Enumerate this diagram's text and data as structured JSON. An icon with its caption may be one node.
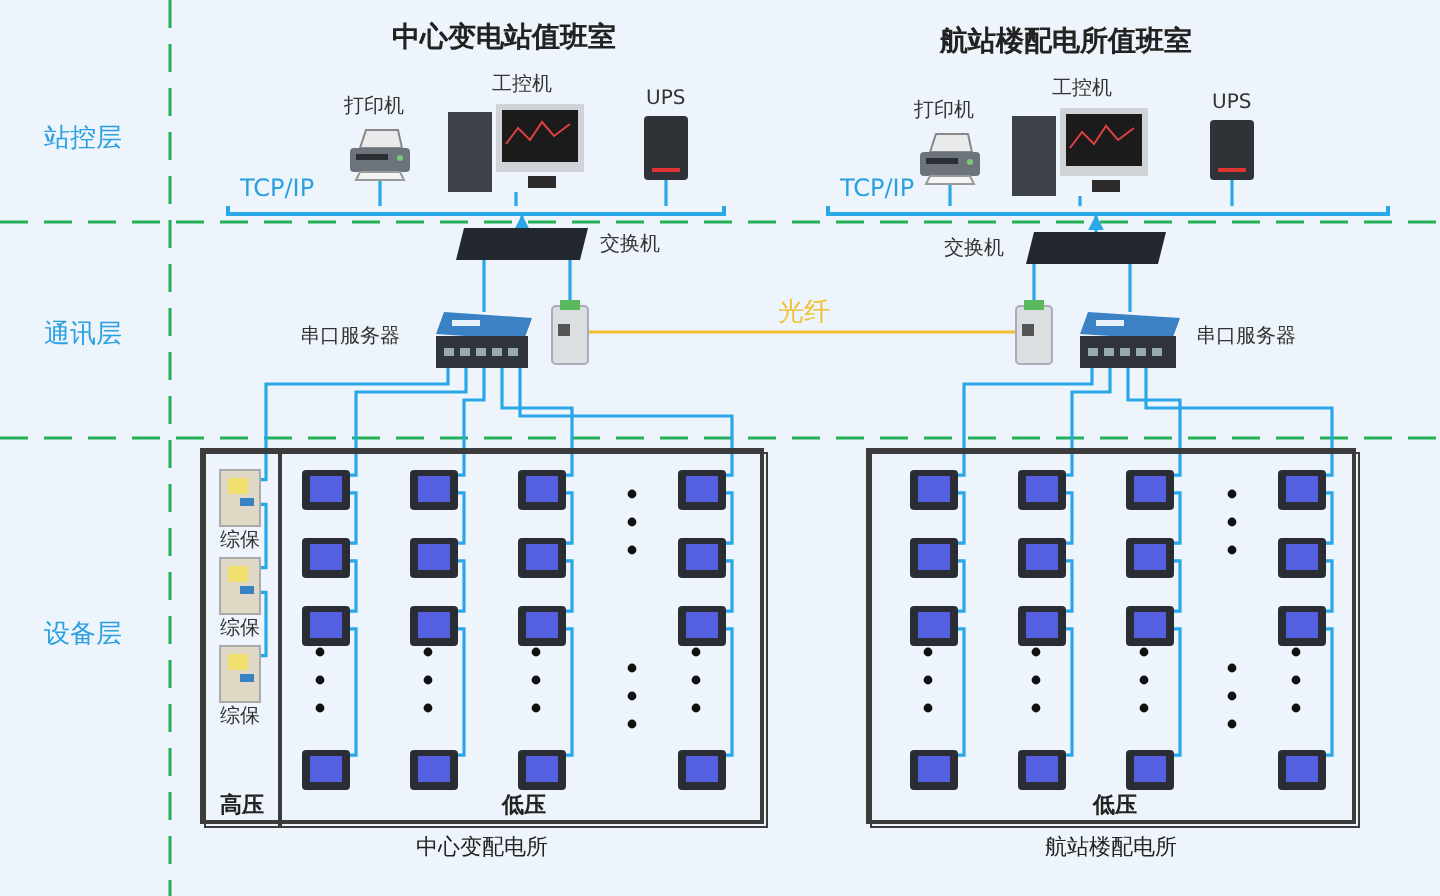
{
  "diagram": {
    "nodes": [
      {
        "text": [],
        "shape": "picture",
        "beside": [
          "打印机"
        ]
      },
      {
        "text": [],
        "shape": "picture",
        "beside": [
          "工控机"
        ]
      },
      {
        "text": [],
        "shape": "picture",
        "beside": [
          "UPS"
        ]
      },
      {
        "text": [],
        "shape": "bar",
        "beside": [
          "TCP/IP"
        ]
      },
      {
        "text": [],
        "shape": "picture",
        "beside": [
          "打印机"
        ]
      },
      {
        "text": [],
        "shape": "picture",
        "beside": [
          "工控机"
        ]
      },
      {
        "text": [],
        "shape": "picture",
        "beside": [
          "UPS"
        ]
      },
      {
        "text": [],
        "shape": "bar",
        "beside": [
          "TCP/IP"
        ]
      },
      {
        "text": [],
        "shape": "picture",
        "beside": [
          "交换机"
        ]
      },
      {
        "text": [],
        "shape": "picture",
        "beside": [
          "交换机"
        ]
      },
      {
        "text": [],
        "shape": "picture",
        "beside": [
          "串口服务器"
        ]
      },
      {
        "text": [],
        "shape": "picture"
      },
      {
        "text": [],
        "shape": "picture"
      },
      {
        "text": [],
        "shape": "picture",
        "beside": [
          "串口服务器"
        ]
      },
      {
        "text": [
          "中心变配电所"
        ]
      },
      {
        "text": [
          "高压"
        ],
        "in": 14
      },
      {
        "text": [
          "低压"
        ],
        "in": 14
      },
      {
        "text": [],
        "shape": "picture",
        "in": 15,
        "beside": [
          "综保"
        ]
      },
      {
        "text": [],
        "shape": "picture",
        "in": 15,
        "beside": [
          "综保"
        ]
      },
      {
        "text": [],
        "shape": "picture",
        "in": 15,
        "beside": [
          "综保"
        ]
      },
      {
        "text": [],
        "shape": "picture",
        "in": 16
      },
      {
        "text": [],
        "shape": "picture",
        "in": 16
      },
      {
        "text": [],
        "shape": "picture",
        "in": 16
      },
      {
        "text": [],
        "shape": "picture",
        "in": 16
      },
      {
        "text": [],
        "shape": "picture",
        "in": 16
      },
      {
        "text": [],
        "shape": "picture",
        "in": 16
      },
      {
        "text": [],
        "shape": "picture",
        "in": 16
      },
      {
        "text": [],
        "shape": "picture",
        "in": 16
      },
      {
        "text": [],
        "shape": "picture",
        "in": 16
      },
      {
        "text": [],
        "shape": "picture",
        "in": 16
      },
      {
        "text": [],
        "shape": "picture",
        "in": 16
      },
      {
        "text": [],
        "shape": "picture",
        "in": 16
      },
      {
        "text": [],
        "shape": "picture",
        "in": 16
      },
      {
        "text": [],
        "shape": "picture",
        "in": 16
      },
      {
        "text": [],
        "shape": "picture",
        "in": 16
      },
      {
        "text": [],
        "shape": "picture",
        "in": 16
      },
      {
        "text": [
          "航站楼配电所"
        ]
      },
      {
        "text": [
          "低压"
        ],
        "in": 36
      },
      {
        "text": [],
        "shape": "picture",
        "in": 37
      },
      {
        "text": [],
        "shape": "picture",
        "in": 37
      },
      {
        "text": [],
        "shape": "picture",
        "in": 37
      },
      {
        "text": [],
        "shape": "picture",
        "in": 37
      },
      {
        "text": [],
        "shape": "picture",
        "in": 37
      },
      {
        "text": [],
        "shape": "picture",
        "in": 37
      },
      {
        "text": [],
        "shape": "picture",
        "in": 37
      },
      {
        "text": [],
        "shape": "picture",
        "in": 37
      },
      {
        "text": [],
        "shape": "picture",
        "in": 37
      },
      {
        "text": [],
        "shape": "picture",
        "in": 37
      },
      {
        "text": [],
        "shape": "picture",
        "in": 37
      },
      {
        "text": [],
        "shape": "picture",
        "in": 37
      },
      {
        "text": [],
        "shape": "picture",
        "in": 37
      },
      {
        "text": [],
        "shape": "picture",
        "in": 37
      },
      {
        "text": [],
        "shape": "picture",
        "in": 37
      },
      {
        "text": [],
        "shape": "picture",
        "in": 37
      }
    ],
    "edges": [
      {
        "from": 0,
        "to": 3,
        "arrow": "none"
      },
      {
        "from": 1,
        "to": 3,
        "arrow": "none"
      },
      {
        "from": 2,
        "to": 3,
        "arrow": "none"
      },
      {
        "from": 8,
        "to": 3,
        "arrow": "to"
      },
      {
        "from": 4,
        "to": 7,
        "arrow": "none"
      },
      {
        "from": 5,
        "to": 7,
        "arrow": "none"
      },
      {
        "from": 6,
        "to": 7,
        "arrow": "none"
      },
      {
        "from": 9,
        "to": 7,
        "arrow": "to"
      },
      {
        "from": 8,
        "to": 10,
        "arrow": "none"
      },
      {
        "from": 8,
        "to": 11,
        "arrow": "none"
      },
      {
        "from": 11,
        "to": 12,
        "arrow": "none",
        "label": "光纤",
        "color": "#f0c030"
      },
      {
        "from": 9,
        "to": 12,
        "arrow": "none"
      },
      {
        "from": 9,
        "to": 13,
        "arrow": "none"
      },
      {
        "from": 10,
        "to": 17,
        "arrow": "none"
      },
      {
        "from": 17,
        "to": 18,
        "arrow": "none"
      },
      {
        "from": 18,
        "to": 19,
        "arrow": "none"
      },
      {
        "from": 10,
        "to": 20,
        "arrow": "none"
      },
      {
        "from": 20,
        "to": 24,
        "arrow": "none"
      },
      {
        "from": 24,
        "to": 28,
        "arrow": "none"
      },
      {
        "from": 28,
        "to": 32,
        "arrow": "none"
      },
      {
        "from": 10,
        "to": 21,
        "arrow": "none"
      },
      {
        "from": 21,
        "to": 25,
        "arrow": "none"
      },
      {
        "from": 25,
        "to": 29,
        "arrow": "none"
      },
      {
        "from": 29,
        "to": 33,
        "arrow": "none"
      },
      {
        "from": 10,
        "to": 22,
        "arrow": "none"
      },
      {
        "from": 22,
        "to": 26,
        "arrow": "none"
      },
      {
        "from": 26,
        "to": 30,
        "arrow": "none"
      },
      {
        "from": 30,
        "to": 34,
        "arrow": "none"
      },
      {
        "from": 10,
        "to": 23,
        "arrow": "none"
      },
      {
        "from": 23,
        "to": 27,
        "arrow": "none"
      },
      {
        "from": 27,
        "to": 31,
        "arrow": "none"
      },
      {
        "from": 31,
        "to": 35,
        "arrow": "none"
      },
      {
        "from": 13,
        "to": 38,
        "arrow": "none"
      },
      {
        "from": 38,
        "to": 42,
        "arrow": "none"
      },
      {
        "from": 42,
        "to": 46,
        "arrow": "none"
      },
      {
        "from": 46,
        "to": 50,
        "arrow": "none"
      },
      {
        "from": 13,
        "to": 39,
        "arrow": "none"
      },
      {
        "from": 39,
        "to": 43,
        "arrow": "none"
      },
      {
        "from": 43,
        "to": 47,
        "arrow": "none"
      },
      {
        "from": 47,
        "to": 51,
        "arrow": "none"
      },
      {
        "from": 13,
        "to": 40,
        "arrow": "none"
      },
      {
        "from": 40,
        "to": 44,
        "arrow": "none"
      },
      {
        "from": 44,
        "to": 48,
        "arrow": "none"
      },
      {
        "from": 48,
        "to": 52,
        "arrow": "none"
      },
      {
        "from": 13,
        "to": 41,
        "arrow": "none"
      },
      {
        "from": 41,
        "to": 45,
        "arrow": "none"
      },
      {
        "from": 45,
        "to": 49,
        "arrow": "none"
      },
      {
        "from": 49,
        "to": 53,
        "arrow": "none"
      }
    ],
    "labels": [
      "中心变电站值班室",
      "航站楼配电所值班室",
      "站控层",
      "通讯层",
      "设备层"
    ]
  }
}
